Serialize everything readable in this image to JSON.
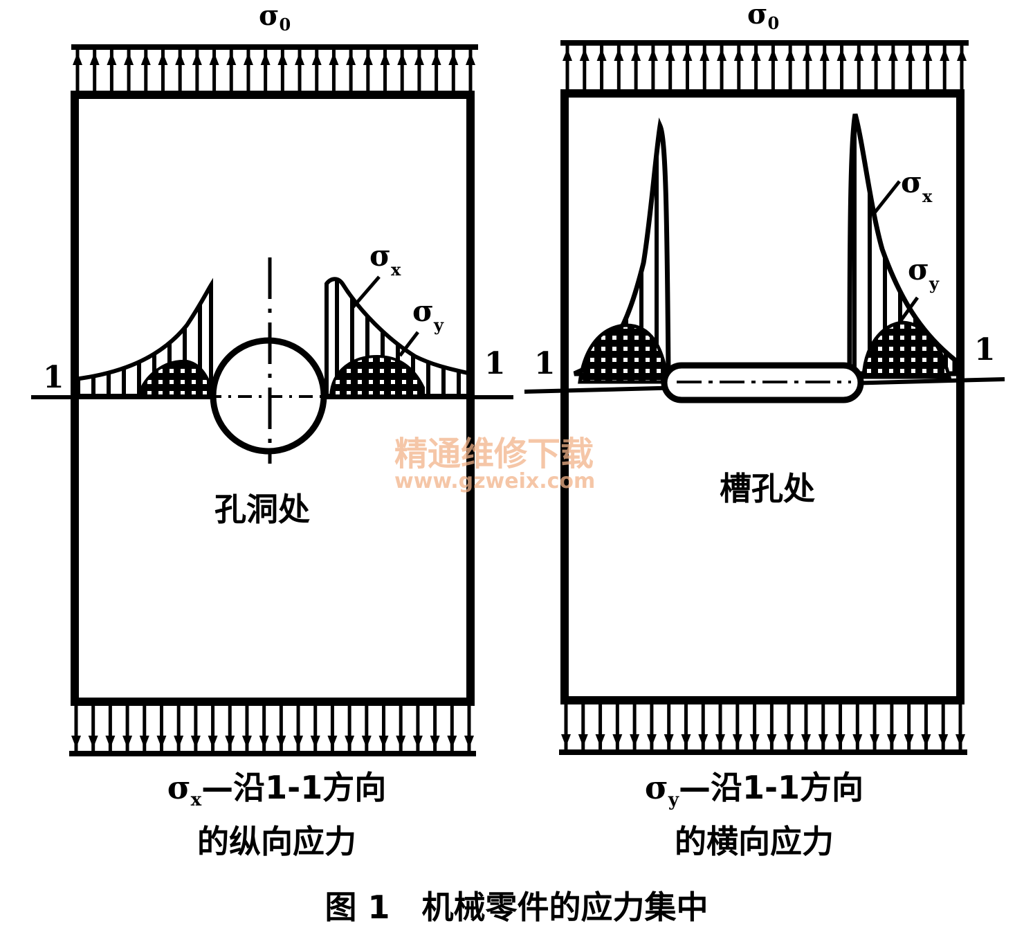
{
  "load_label": "σ",
  "load_sub": "0",
  "section_label": "1",
  "sx_label": "σ",
  "sx_sub": "x",
  "sy_label": "σ",
  "sy_sub": "y",
  "left_panel": {
    "region_label": "孔洞处",
    "caption_symbol": "σ",
    "caption_symbol_sub": "x",
    "caption_line1": "—沿1-1方向",
    "caption_line2": "的纵向应力"
  },
  "right_panel": {
    "region_label": "槽孔处",
    "caption_symbol": "σ",
    "caption_symbol_sub": "y",
    "caption_line1": "—沿1-1方向",
    "caption_line2": "的横向应力"
  },
  "watermark": {
    "line1": "精通维修下载",
    "line2": "www.gzweix.com"
  },
  "figure_caption": "图 1　机械零件的应力集中",
  "colors": {
    "ink": "#000000",
    "watermark": "#f2b38a"
  }
}
